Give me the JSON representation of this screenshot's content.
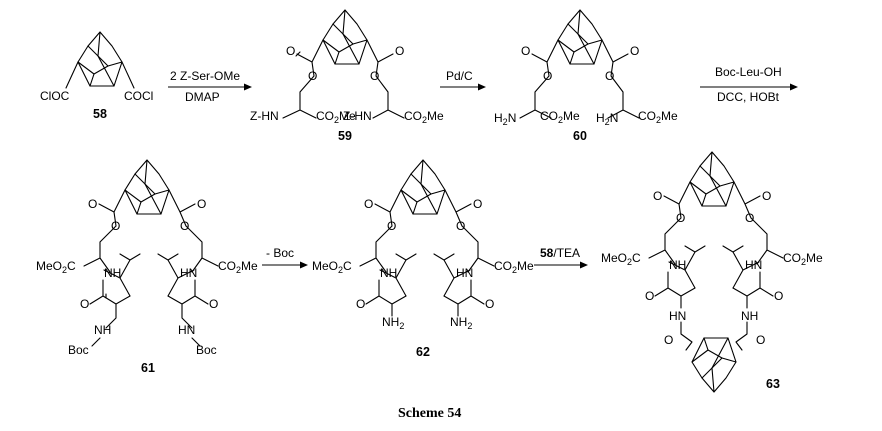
{
  "caption": "Scheme 54",
  "compounds": {
    "c58": {
      "number": "58",
      "left_group": "ClOC",
      "right_group": "COCl"
    },
    "c59": {
      "number": "59",
      "left_amine": "Z-HN",
      "right_amine": "Z-HN",
      "ester_left": {
        "main": "CO",
        "sub": "2",
        "tail": "Me"
      },
      "ester_right": {
        "main": "CO",
        "sub": "2",
        "tail": "Me"
      }
    },
    "c60": {
      "number": "60",
      "amine_left": {
        "main": "H",
        "sub": "2",
        "tail": "N"
      },
      "amine_right": {
        "main": "H",
        "sub": "2",
        "tail": "N"
      },
      "ester_left": {
        "main": "CO",
        "sub": "2",
        "tail": "Me"
      },
      "ester_right": {
        "main": "CO",
        "sub": "2",
        "tail": "Me"
      }
    },
    "c61": {
      "number": "61",
      "ester_left": {
        "main": "MeO",
        "sub": "2",
        "tail": "C"
      },
      "ester_right": {
        "main": "CO",
        "sub": "2",
        "tail": "Me"
      },
      "nh_left": "NH",
      "nh_right": "HN",
      "nh2_left": "NH",
      "nh2_right": "HN",
      "boc_left": "Boc",
      "boc_right": "Boc"
    },
    "c62": {
      "number": "62",
      "ester_left": {
        "main": "MeO",
        "sub": "2",
        "tail": "C"
      },
      "ester_right": {
        "main": "CO",
        "sub": "2",
        "tail": "Me"
      },
      "nh_left": "NH",
      "nh_right": "HN",
      "amine_left": {
        "main": "NH",
        "sub": "2"
      },
      "amine_right": {
        "main": "NH",
        "sub": "2"
      }
    },
    "c63": {
      "number": "63",
      "ester_left": {
        "main": "MeO",
        "sub": "2",
        "tail": "C"
      },
      "ester_right": {
        "main": "CO",
        "sub": "2",
        "tail": "Me"
      },
      "nh_left": "NH",
      "nh_right": "HN",
      "nh2_left": "HN",
      "nh2_right": "NH"
    }
  },
  "oxygen_label": "O",
  "reactions": [
    {
      "id": "r1",
      "top": "2 Z-Ser-OMe",
      "bottom": "DMAP"
    },
    {
      "id": "r2",
      "top": "Pd/C",
      "bottom": ""
    },
    {
      "id": "r3",
      "top": "Boc-Leu-OH",
      "bottom": "DCC, HOBt"
    },
    {
      "id": "r4",
      "top": "- Boc",
      "bottom": ""
    },
    {
      "id": "r5",
      "top_bold": "58",
      "top_rest": "/TEA",
      "bottom": ""
    }
  ]
}
